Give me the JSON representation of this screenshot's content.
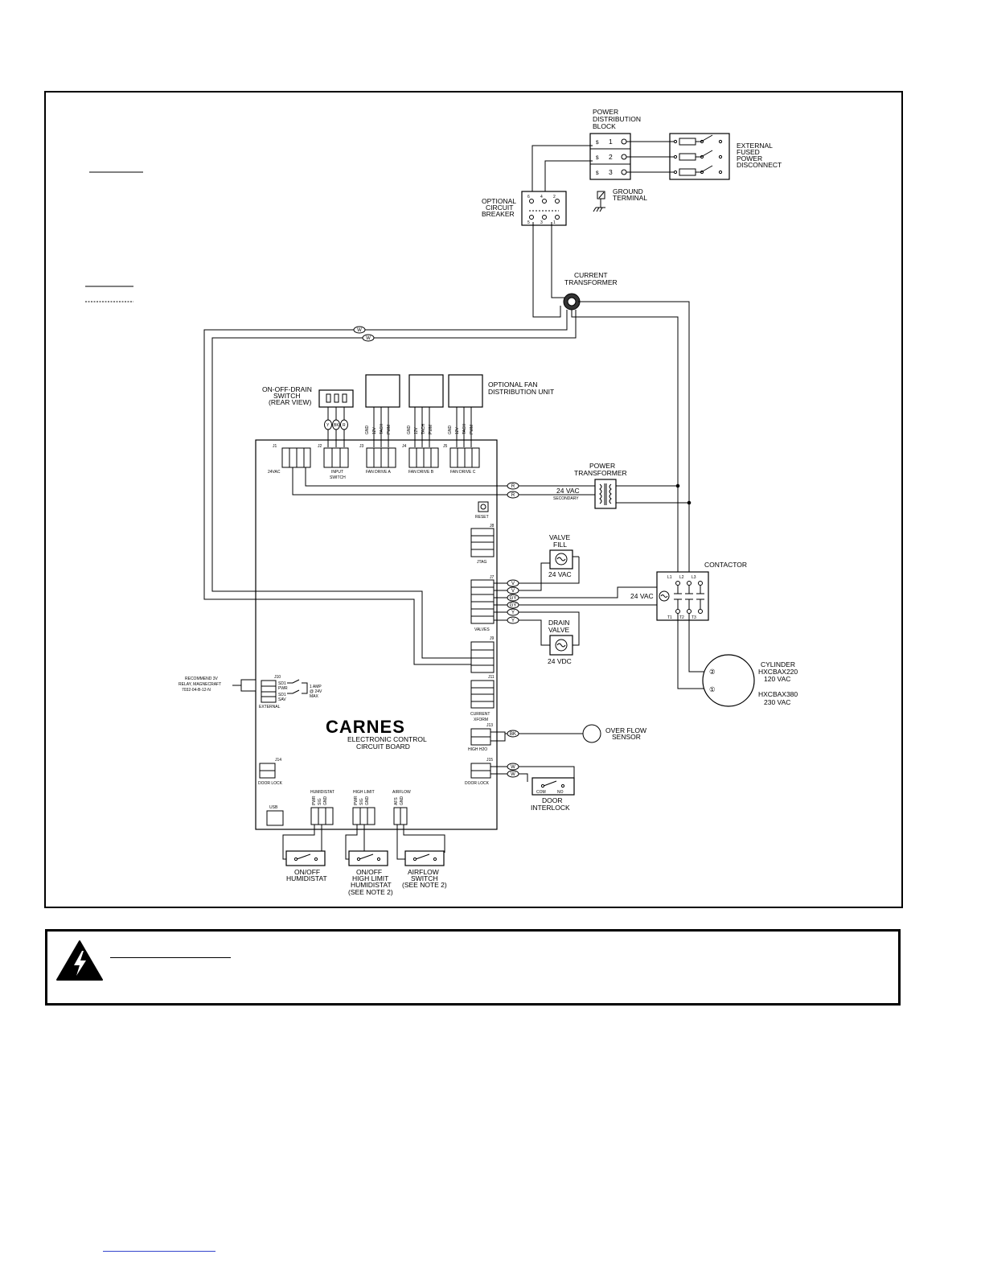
{
  "labels": {
    "power_distribution_block": [
      "POWER",
      "DISTRIBUTION",
      "BLOCK"
    ],
    "pdb_terminals": [
      "1",
      "2",
      "3"
    ],
    "external_disconnect": [
      "EXTERNAL",
      "FUSED",
      "POWER",
      "DISCONNECT"
    ],
    "ground_terminal": [
      "GROUND",
      "TERMINAL"
    ],
    "optional_breaker": [
      "OPTIONAL",
      "CIRCUIT",
      "BREAKER"
    ],
    "breaker_terminals_top": [
      "6",
      "4",
      "2"
    ],
    "breaker_terminals_bottom": [
      "5",
      "3",
      "1"
    ],
    "current_transformer": [
      "CURRENT",
      "TRANSFORMER"
    ],
    "on_off_drain": [
      "ON-OFF-DRAIN",
      "SWITCH",
      "(REAR VIEW)"
    ],
    "optional_fan": [
      "OPTIONAL FAN",
      "DISTRIBUTION UNIT"
    ],
    "fan_pins": [
      "GND",
      "12V",
      "TACH",
      "PWM"
    ],
    "j1": "J1",
    "j1_sub": "24VAC",
    "j2": "J2",
    "j2_sub": [
      "INPUT",
      "SWITCH"
    ],
    "j3": "J3",
    "j3_sub": "FAN DRIVE A",
    "j4": "J4",
    "j4_sub": "FAN DRIVE B",
    "j5": "J5",
    "j5_sub": "FAN DRIVE C",
    "power_transformer": [
      "POWER",
      "TRANSFORMER"
    ],
    "secondary": [
      "24 VAC",
      "SECONDARY"
    ],
    "reset": "RESET",
    "j8": "J8",
    "jtag": "JTAG",
    "valve_fill": [
      "VALVE",
      "FILL"
    ],
    "valve_fill_volt": "24 VAC",
    "j7": "J7",
    "valves": "VALVES",
    "drain_valve": [
      "DRAIN",
      "VALVE"
    ],
    "drain_volt": "24 VDC",
    "contactor": "CONTACTOR",
    "contactor_coil": "24 VAC",
    "contactor_top": [
      "L1",
      "L2",
      "L3"
    ],
    "contactor_bot": [
      "T1",
      "T2",
      "T3"
    ],
    "j9": "J9",
    "j11": "J11",
    "current_xform": [
      "CURRENT",
      "XFORM"
    ],
    "cylinder": [
      "CYLINDER",
      "HXCBAX220",
      "120 VAC",
      "HXCBAX380",
      "230 VAC"
    ],
    "cyl_terms": [
      "②",
      "①"
    ],
    "relay_note": [
      "RECOMMEND 3V",
      "RELAY, MAGNECRAFT",
      "7032-04-B-12-N"
    ],
    "j10": "J10",
    "j10_pins": [
      "SD1",
      "PWR",
      "SD1",
      "SAV"
    ],
    "j10_note": [
      "1 AMP",
      "@ 24V",
      "MAX"
    ],
    "external": "EXTERNAL",
    "logo": "CARNES",
    "board_title": [
      "ELECTRONIC CONTROL",
      "CIRCUIT BOARD"
    ],
    "j13": "J13",
    "high_h2o": "HIGH H2O",
    "over_flow": [
      "OVER FLOW",
      "SENSOR"
    ],
    "j14": "J14",
    "door_lock_left": "DOOR LOCK",
    "j15": "J15",
    "door_lock_right": "DOOR LOCK",
    "door_interlock": [
      "DOOR",
      "INTERLOCK"
    ],
    "com_no": [
      "COM",
      "NO"
    ],
    "usb": "USB",
    "humidistat_hdr": "HUMIDISTAT",
    "high_limit_hdr": "HIGH LIMIT",
    "airflow_hdr": "AIRFLOW",
    "hum_pins": [
      "PWR",
      "SIG",
      "GND"
    ],
    "air_pins": [
      "AFS",
      "GND"
    ],
    "on_off_humidistat": [
      "ON/OFF",
      "HUMIDISTAT"
    ],
    "high_limit_humidistat": [
      "ON/OFF",
      "HIGH LIMIT",
      "HUMIDISTAT",
      "(SEE NOTE 2)"
    ],
    "airflow_switch": [
      "AIRFLOW",
      "SWITCH",
      "(SEE NOTE 2)"
    ]
  },
  "wire_tags": {
    "w": "W",
    "r": "R",
    "v": "V",
    "gy": "GY",
    "y": "Y",
    "bk": "BK",
    "input_switch": [
      "Y",
      "BK",
      "R"
    ]
  }
}
